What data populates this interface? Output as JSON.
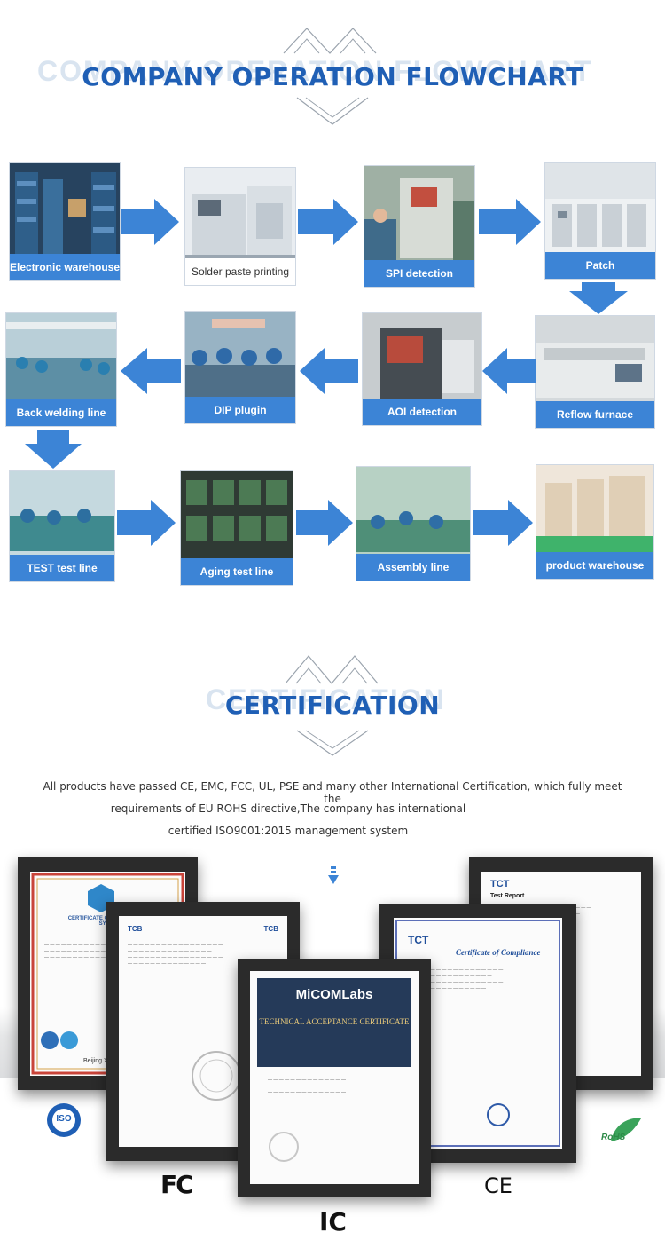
{
  "flowchart": {
    "title": "COMPANY OPERATION FLOWCHART",
    "ghost_title": "COMPANY OPERATION FLOWCHART",
    "steps": [
      {
        "label": "Electronic warehouse"
      },
      {
        "label": "Solder paste printing"
      },
      {
        "label": "SPI detection"
      },
      {
        "label": "Patch"
      },
      {
        "label": "Reflow furnace"
      },
      {
        "label": "AOI detection"
      },
      {
        "label": "DIP plugin"
      },
      {
        "label": "Back welding line"
      },
      {
        "label": "TEST test line"
      },
      {
        "label": "Aging test line"
      },
      {
        "label": "Assembly line"
      },
      {
        "label": "product warehouse"
      }
    ]
  },
  "certification": {
    "title": "CERTIFICATION",
    "ghost_title": "CERTIFICATION",
    "description_lines": [
      "All products have passed CE, EMC, FCC, UL, PSE and many other International Certification, which fully meet the",
      "requirements of EU ROHS directive,The company has international",
      "certified ISO9001:2015 management system"
    ],
    "certificates": {
      "iso_heading": "CERTIFICATE OF MANAGEMENT SYSTEM",
      "iso_company": "Beijing Xinjiyuan Ce",
      "tcb_left": "TCB",
      "tcb_right": "TCB",
      "micom_logo": "MiCOMLabs",
      "micom_heading": "TECHNICAL ACCEPTANCE CERTIFICATE",
      "tct_logo": "TCT",
      "tct_heading": "Certificate of Compliance",
      "tct_report_logo": "TCT",
      "tct_report_title": "Test Report"
    },
    "logos": {
      "iso": "ISO",
      "fcc": "FC",
      "ce": "CE",
      "ic": "IC",
      "rohs": "RoHS"
    }
  },
  "colors": {
    "accent": "#1f5fb5",
    "arrow": "#3c84d6",
    "caption": "#3c84d6"
  }
}
